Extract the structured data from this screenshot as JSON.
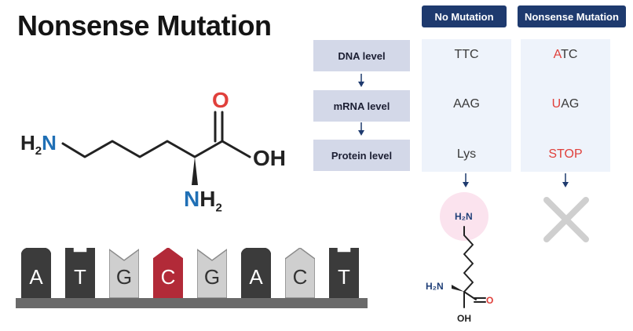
{
  "title": "Nonsense Mutation",
  "molecule_large": {
    "amine_left": "H",
    "amine_left_sub": "2",
    "amine_left_n": "N",
    "carbonyl_o": "O",
    "hydroxyl": "OH",
    "alpha_amine_n": "N",
    "alpha_amine_h": "H",
    "alpha_amine_sub": "2"
  },
  "dna_strand": {
    "bases": [
      {
        "letter": "A",
        "kind": "dark"
      },
      {
        "letter": "T",
        "kind": "dark"
      },
      {
        "letter": "G",
        "kind": "light"
      },
      {
        "letter": "C",
        "kind": "red"
      },
      {
        "letter": "G",
        "kind": "light"
      },
      {
        "letter": "A",
        "kind": "dark"
      },
      {
        "letter": "C",
        "kind": "light"
      },
      {
        "letter": "T",
        "kind": "dark"
      }
    ],
    "colors": {
      "dark": "#3b3b3b",
      "light": "#cfcfcf",
      "red": "#b22a38"
    }
  },
  "levels": [
    "DNA level",
    "mRNA level",
    "Protein level"
  ],
  "columns": {
    "no_mutation": {
      "header": "No Mutation",
      "cells": [
        {
          "prefix": "",
          "rest": "TTC"
        },
        {
          "prefix": "",
          "rest": "AAG"
        },
        {
          "prefix": "",
          "rest": "Lys"
        }
      ]
    },
    "nonsense_mutation": {
      "header": "Nonsense Mutation",
      "cells": [
        {
          "prefix": "A",
          "rest": "TC"
        },
        {
          "prefix": "U",
          "rest": "AG"
        },
        {
          "prefix": "STOP",
          "rest": ""
        }
      ]
    }
  },
  "lysine_small": {
    "top_amine": "H₂N",
    "alpha_amine": "H₂N",
    "carbonyl_o": "O",
    "hydroxyl": "OH"
  },
  "colors": {
    "header_bg": "#1e3a6e",
    "level_bg": "#d3d8e8",
    "panel_bg": "#eef3fb",
    "mutation_red": "#e0403b",
    "nitrogen_blue": "#1f6fb5",
    "oxygen_red": "#e0403b"
  },
  "icons": {
    "arrows": "arrow-down-icon",
    "no_protein": "x-mark-icon"
  }
}
